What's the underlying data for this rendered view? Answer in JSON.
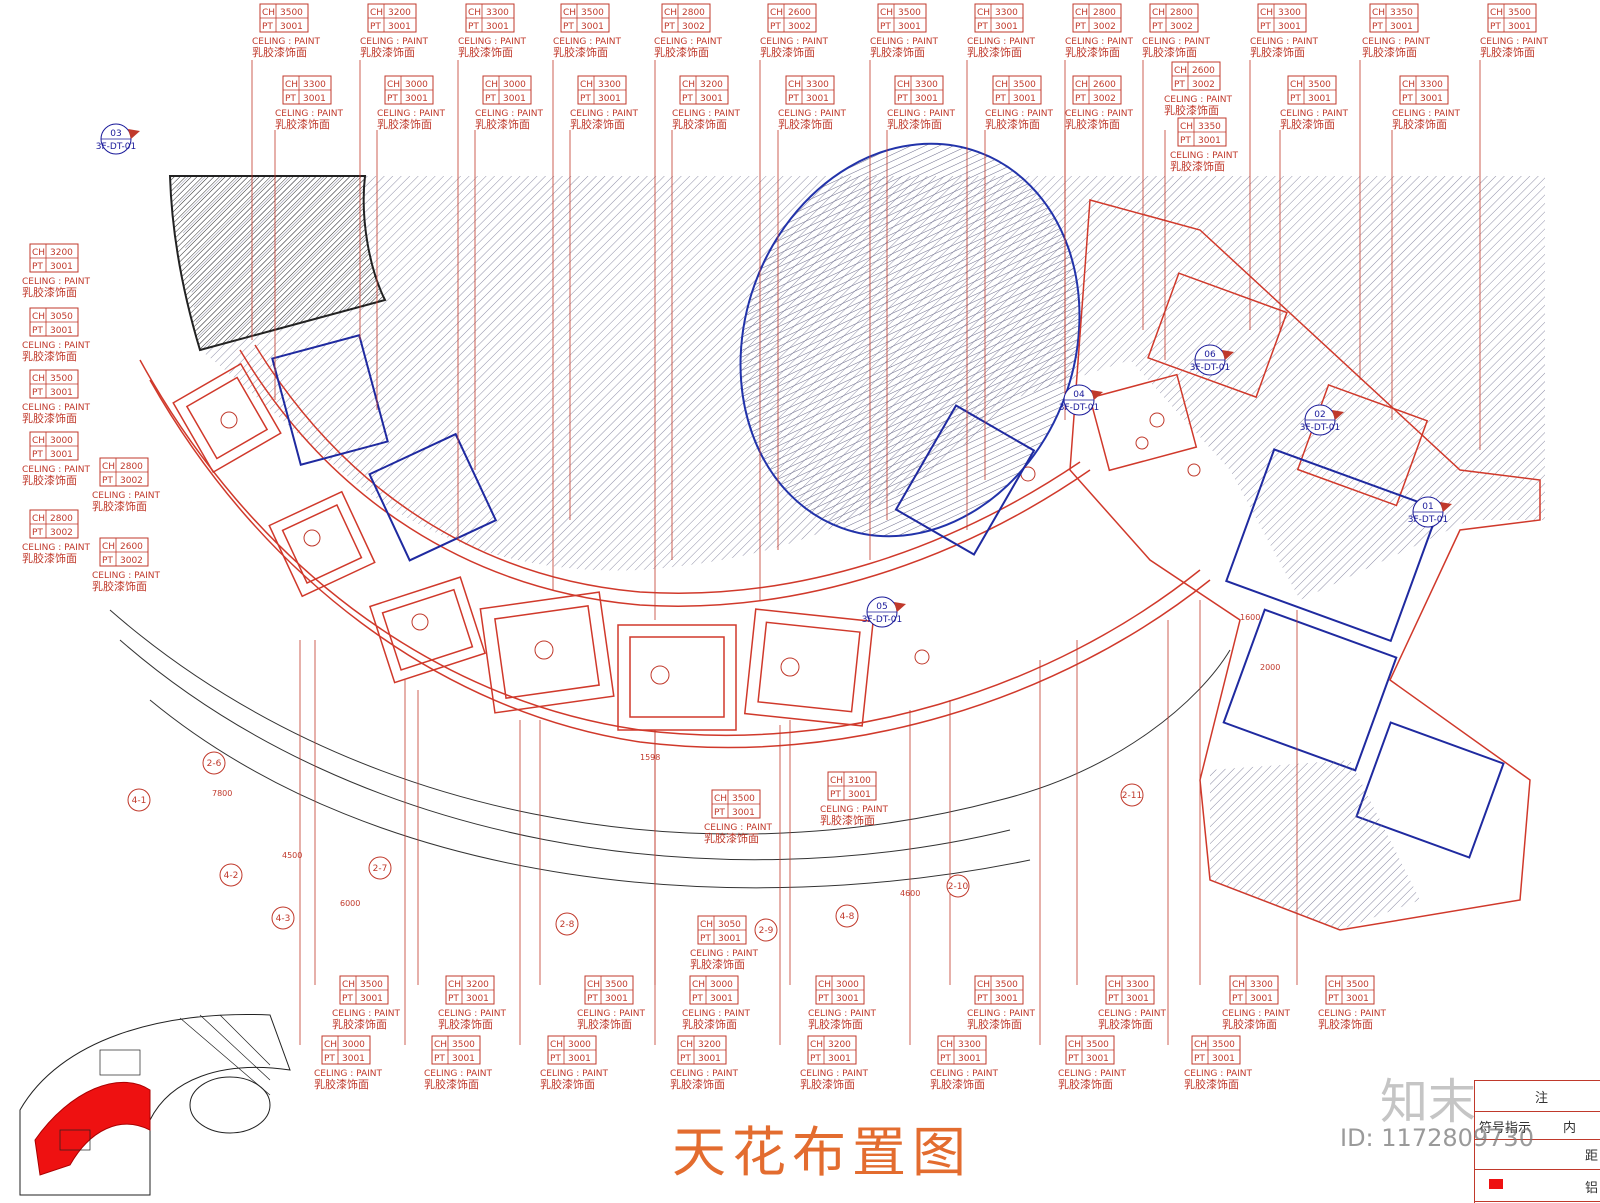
{
  "drawing": {
    "title": "天花布置图"
  },
  "tag_template": {
    "ch_prefix": "CH",
    "pt_prefix": "PT",
    "material_en": "CELING : PAINT",
    "material_cn": "乳胶漆饰面"
  },
  "ceiling_tags": [
    {
      "ch": "3500",
      "pt": "3001"
    },
    {
      "ch": "3200",
      "pt": "3001"
    },
    {
      "ch": "3300",
      "pt": "3001"
    },
    {
      "ch": "3500",
      "pt": "3001"
    },
    {
      "ch": "2800",
      "pt": "3002"
    },
    {
      "ch": "2600",
      "pt": "3002"
    },
    {
      "ch": "3500",
      "pt": "3001"
    },
    {
      "ch": "3300",
      "pt": "3001"
    },
    {
      "ch": "2800",
      "pt": "3002"
    },
    {
      "ch": "2800",
      "pt": "3002"
    },
    {
      "ch": "3300",
      "pt": "3001"
    },
    {
      "ch": "3350",
      "pt": "3001"
    },
    {
      "ch": "3500",
      "pt": "3001"
    },
    {
      "ch": "3300",
      "pt": "3001"
    },
    {
      "ch": "3000",
      "pt": "3001"
    },
    {
      "ch": "3000",
      "pt": "3001"
    },
    {
      "ch": "3300",
      "pt": "3001"
    },
    {
      "ch": "3200",
      "pt": "3001"
    },
    {
      "ch": "3300",
      "pt": "3001"
    },
    {
      "ch": "3300",
      "pt": "3001"
    },
    {
      "ch": "3500",
      "pt": "3001"
    },
    {
      "ch": "2600",
      "pt": "3002"
    },
    {
      "ch": "2600",
      "pt": "3002"
    },
    {
      "ch": "3350",
      "pt": "3001"
    },
    {
      "ch": "3500",
      "pt": "3001"
    },
    {
      "ch": "3300",
      "pt": "3001"
    },
    {
      "ch": "3200",
      "pt": "3001"
    },
    {
      "ch": "3050",
      "pt": "3001"
    },
    {
      "ch": "3500",
      "pt": "3001"
    },
    {
      "ch": "3000",
      "pt": "3001"
    },
    {
      "ch": "2800",
      "pt": "3002"
    },
    {
      "ch": "2800",
      "pt": "3002"
    },
    {
      "ch": "2600",
      "pt": "3002"
    },
    {
      "ch": "3500",
      "pt": "3001"
    },
    {
      "ch": "3100",
      "pt": "3001"
    },
    {
      "ch": "3050",
      "pt": "3001"
    },
    {
      "ch": "3500",
      "pt": "3001"
    },
    {
      "ch": "3200",
      "pt": "3001"
    },
    {
      "ch": "3500",
      "pt": "3001"
    },
    {
      "ch": "3000",
      "pt": "3001"
    },
    {
      "ch": "3000",
      "pt": "3001"
    },
    {
      "ch": "3500",
      "pt": "3001"
    },
    {
      "ch": "3300",
      "pt": "3001"
    },
    {
      "ch": "3300",
      "pt": "3001"
    },
    {
      "ch": "3500",
      "pt": "3001"
    },
    {
      "ch": "3000",
      "pt": "3001"
    },
    {
      "ch": "3500",
      "pt": "3001"
    },
    {
      "ch": "3000",
      "pt": "3001"
    },
    {
      "ch": "3200",
      "pt": "3001"
    },
    {
      "ch": "3200",
      "pt": "3001"
    },
    {
      "ch": "3300",
      "pt": "3001"
    },
    {
      "ch": "3500",
      "pt": "3001"
    },
    {
      "ch": "3500",
      "pt": "3001"
    }
  ],
  "grid_labels": [
    "2-6",
    "4-1",
    "4-2",
    "4-3",
    "2-7",
    "2-8",
    "2-9",
    "2-10",
    "4-8",
    "2-11"
  ],
  "detail_callouts": [
    {
      "num": "03",
      "ref": "3F-DT-01"
    },
    {
      "num": "06",
      "ref": "3F-DT-01"
    },
    {
      "num": "04",
      "ref": "3F-DT-01"
    },
    {
      "num": "02",
      "ref": "3F-DT-01"
    },
    {
      "num": "01",
      "ref": "3F-DT-01"
    },
    {
      "num": "05",
      "ref": "3F-DT-01"
    }
  ],
  "dimensions": [
    "1598",
    "7800",
    "4500",
    "6000",
    "4600",
    "1600",
    "2000"
  ],
  "legend": {
    "note": "注",
    "symbol_header": "符号指示",
    "content_header": "内",
    "row3": "距",
    "row4": "铝"
  },
  "watermark": {
    "brand": "知末",
    "id_text": "ID: 1172809730"
  }
}
